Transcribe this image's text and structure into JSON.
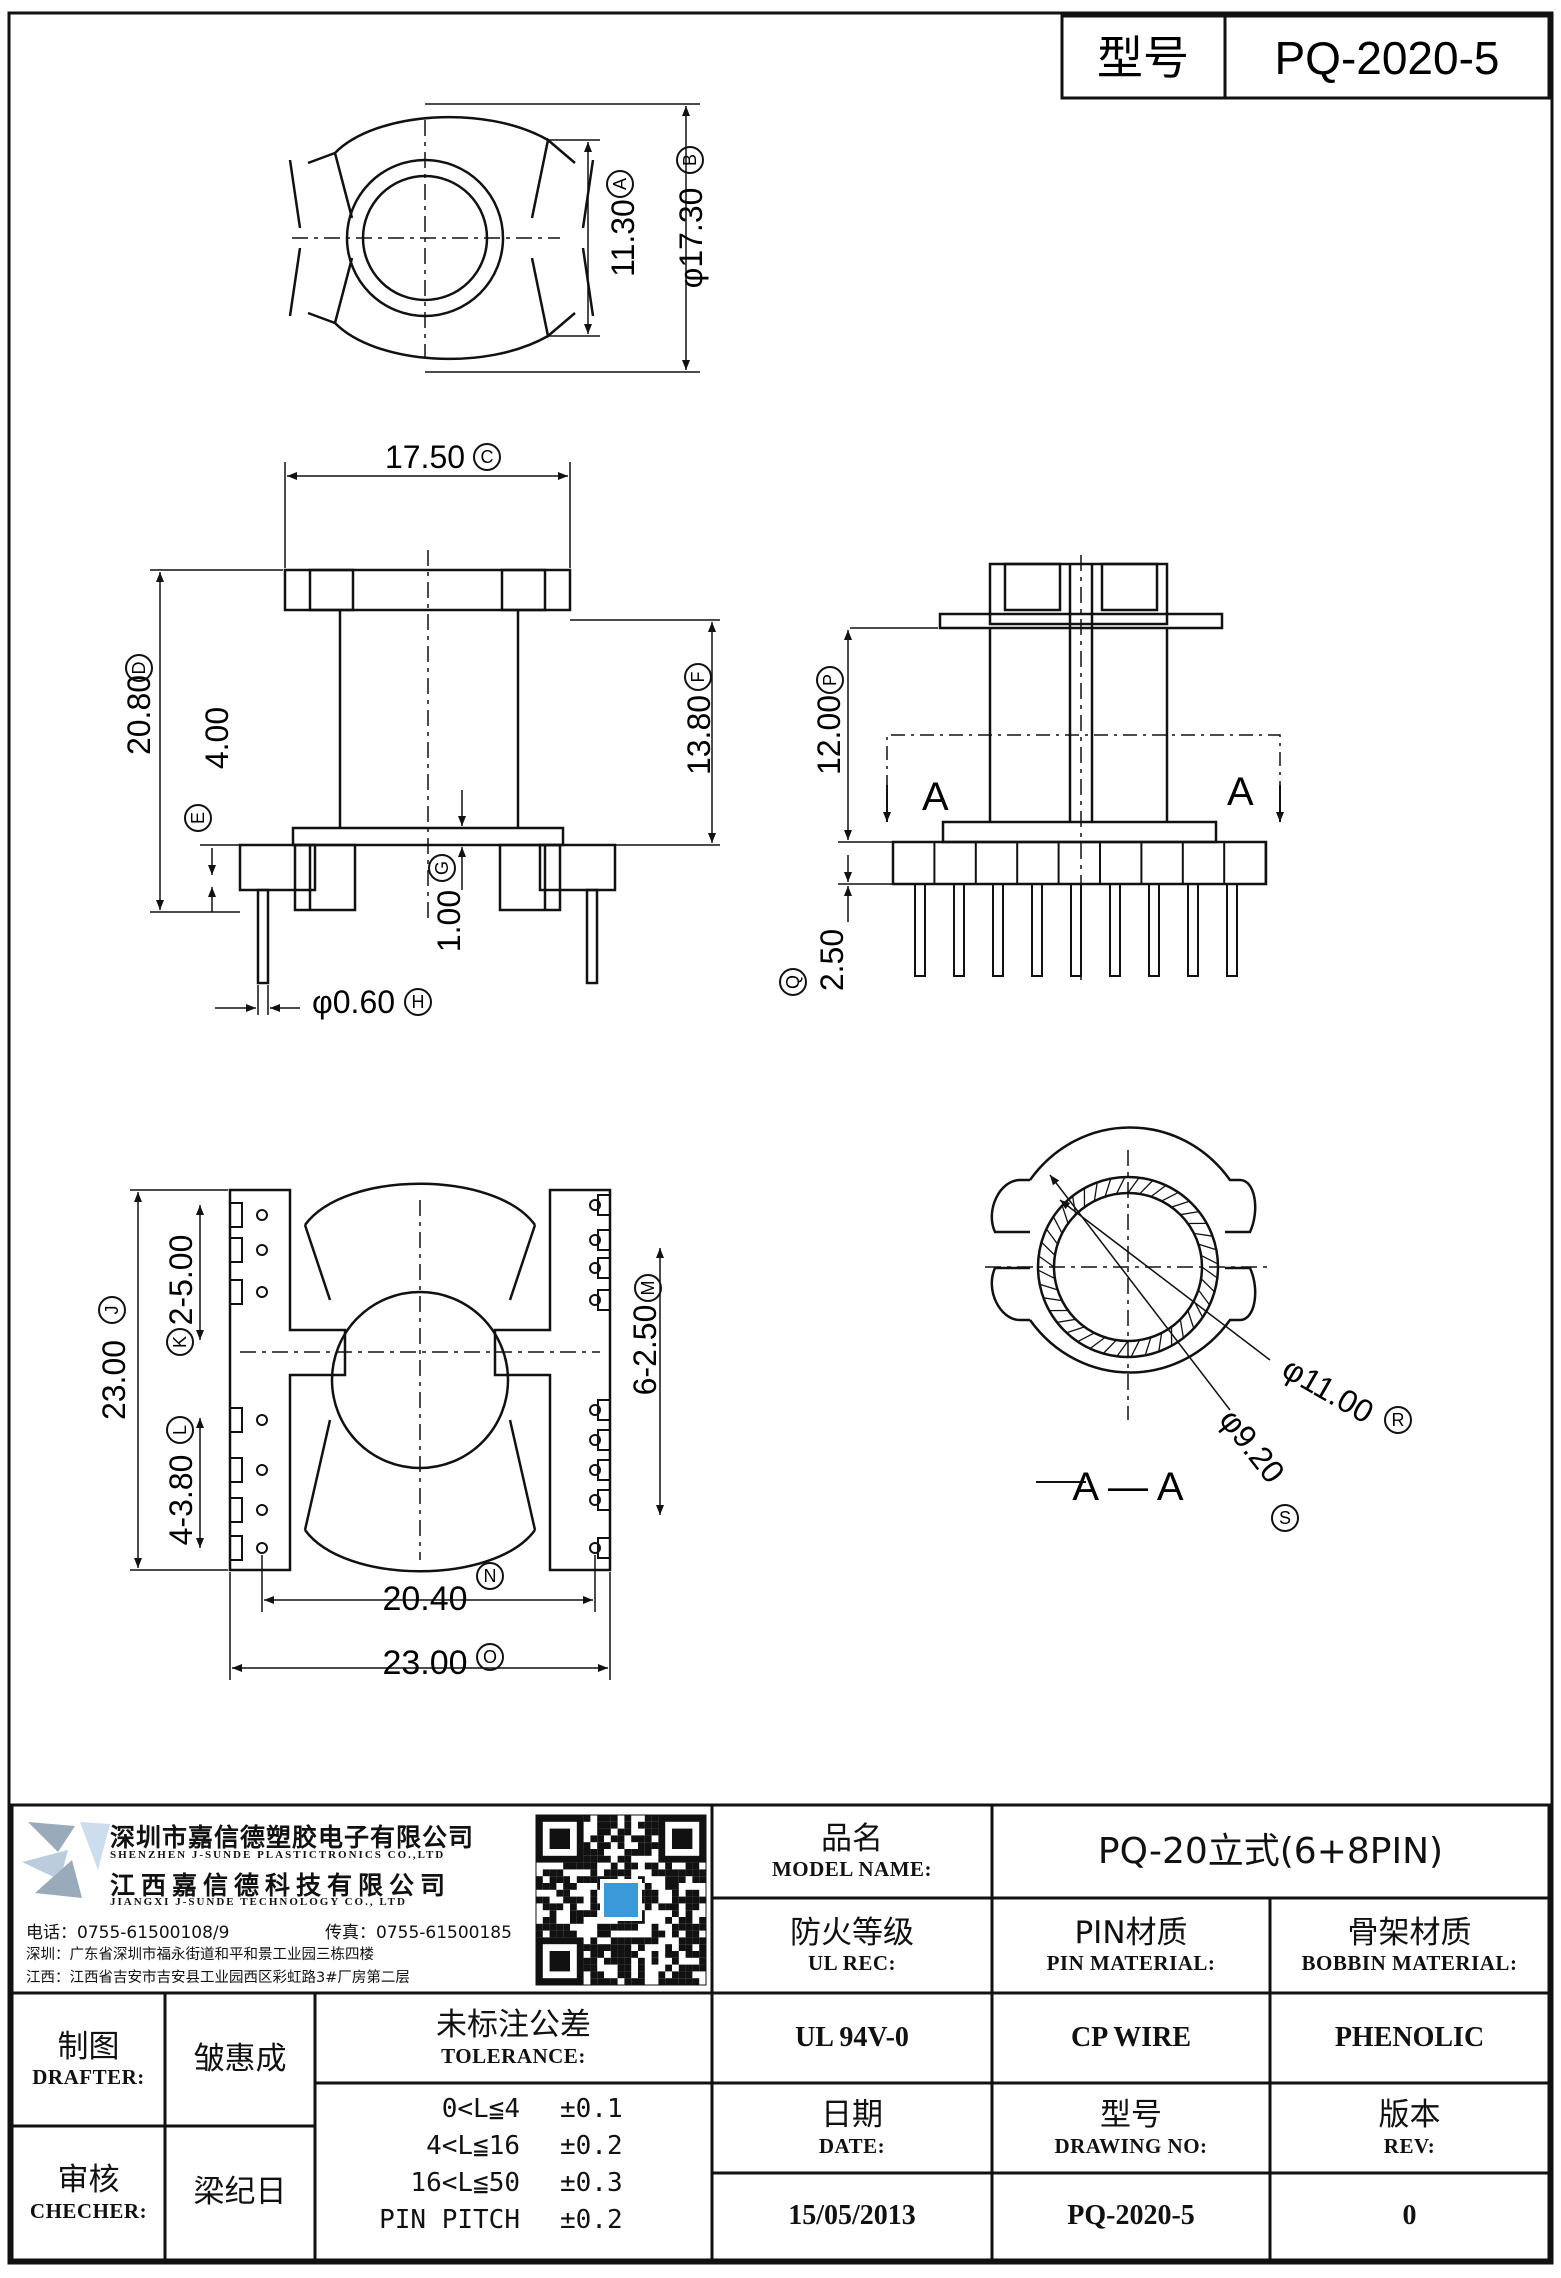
{
  "header": {
    "model_label": "型号",
    "model_value": "PQ-2020-5"
  },
  "dimensions": {
    "a": "11.30",
    "a_tag": "A",
    "b": "φ17.30",
    "b_tag": "B",
    "c": "17.50",
    "c_tag": "C",
    "d": "20.80",
    "d_tag": "D",
    "e": "4.00",
    "e_tag": "E",
    "f": "13.80",
    "f_tag": "F",
    "g": "1.00",
    "g_tag": "G",
    "h": "φ0.60",
    "h_tag": "H",
    "p": "12.00",
    "p_tag": "P",
    "q": "2.50",
    "q_tag": "Q",
    "section_a": "A",
    "j": "23.00",
    "j_tag": "J",
    "k": "2-5.00",
    "k_tag": "K",
    "l": "4-3.80",
    "l_tag": "L",
    "m": "6-2.50",
    "m_tag": "M",
    "n": "20.40",
    "n_tag": "N",
    "o": "23.00",
    "o_tag": "O",
    "r": "φ11.00",
    "r_tag": "R",
    "s": "φ9.20",
    "s_tag": "S",
    "section_title": "A — A"
  },
  "company": {
    "name_cn_1": "深圳市嘉信德塑胶电子有限公司",
    "name_en_1": "SHENZHEN J-SUNDE PLASTICTRONICS CO.,LTD",
    "name_cn_2": "江西嘉信德科技有限公司",
    "name_en_2": "JIANGXI J-SUNDE TECHNOLOGY CO., LTD",
    "phone": "电话：0755-61500108/9",
    "fax": "传真：0755-61500185",
    "addr_sz": "深圳：广东省深圳市福永街道和平和景工业园三栋四楼",
    "addr_jx": "江西：江西省吉安市吉安县工业园西区彩虹路3#厂房第二层"
  },
  "title_block": {
    "model_name_cn": "品名",
    "model_name_en": "MODEL NAME:",
    "model_name_value": "PQ-20立式(6+8PIN)",
    "ul_cn": "防火等级",
    "ul_en": "UL REC:",
    "ul_value": "UL 94V-0",
    "pin_cn": "PIN材质",
    "pin_en": "PIN MATERIAL:",
    "pin_value": "CP WIRE",
    "bobbin_cn": "骨架材质",
    "bobbin_en": "BOBBIN MATERIAL:",
    "bobbin_value": "PHENOLIC",
    "date_cn": "日期",
    "date_en": "DATE:",
    "date_value": "15/05/2013",
    "drawno_cn": "型号",
    "drawno_en": "DRAWING NO:",
    "drawno_value": "PQ-2020-5",
    "rev_cn": "版本",
    "rev_en": "REV:",
    "rev_value": "0",
    "drafter_cn": "制图",
    "drafter_en": "DRAFTER:",
    "drafter_name": "皱惠成",
    "checker_cn": "审核",
    "checker_en": "CHECHER:",
    "checker_name": "梁纪日",
    "tolerance_cn": "未标注公差",
    "tolerance_en": "TOLERANCE:",
    "tolerance_rows": [
      {
        "range": "0<L≦4",
        "value": "±0.1"
      },
      {
        "range": "4<L≦16",
        "value": "±0.2"
      },
      {
        "range": "16<L≦50",
        "value": "±0.3"
      },
      {
        "range": "PIN PITCH",
        "value": "±0.2"
      }
    ]
  }
}
